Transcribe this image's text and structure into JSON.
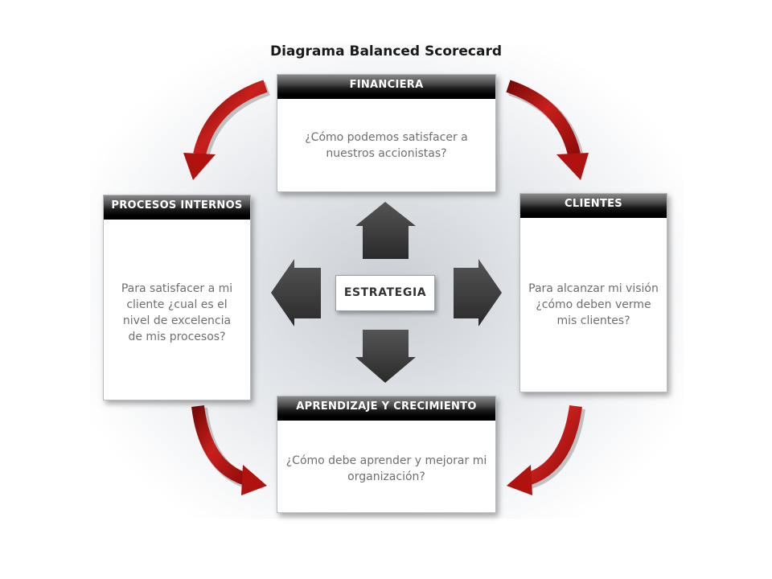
{
  "title": "Diagrama Balanced Scorecard",
  "center": {
    "label": "ESTRATEGIA"
  },
  "cards": {
    "financiera": {
      "header": "FINANCIERA",
      "lines": [
        "¿Cómo podemos satisfacer a",
        "nuestros accionistas?"
      ]
    },
    "clientes": {
      "header": "CLIENTES",
      "lines": [
        "Para alcanzar mi visión",
        "¿cómo deben verme",
        "mis clientes?"
      ]
    },
    "procesos": {
      "header": "PROCESOS INTERNOS",
      "lines": [
        "Para satisfacer a mi",
        "cliente ¿cual es el",
        "nivel de excelencia",
        "de mis procesos?"
      ]
    },
    "aprendizaje": {
      "header": "APRENDIZAJE Y CRECIMIENTO",
      "lines": [
        "¿Cómo debe aprender y mejorar mi",
        "organización?"
      ]
    }
  },
  "colors": {
    "cycle_arrow": "#b0120f",
    "direction_arrow": "#3a3a3a",
    "header_bg": "#000000"
  }
}
